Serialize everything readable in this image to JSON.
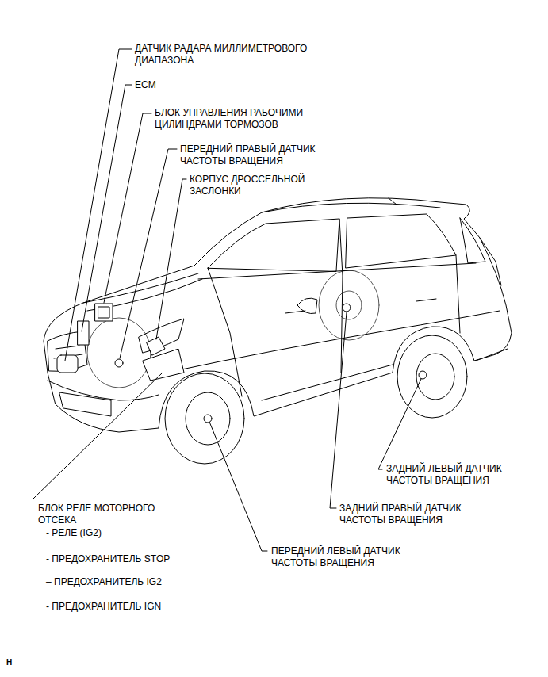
{
  "diagram": {
    "labels": [
      "ДАТЧИК РАДАРА МИЛЛИМЕТРОВОГО ДИАПАЗОНА",
      "ECM",
      "БЛОК УПРАВЛЕНИЯ РАБОЧИМИ ЦИЛИНДРАМИ ТОРМОЗОВ",
      "ПЕРЕДНИЙ ПРАВЫЙ ДАТЧИК ЧАСТОТЫ ВРАЩЕНИЯ",
      "КОРПУС ДРОССЕЛЬНОЙ ЗАСЛОНКИ",
      "ЗАДНИЙ ЛЕВЫЙ ДАТЧИК ЧАСТОТЫ ВРАЩЕНИЯ",
      "ЗАДНИЙ ПРАВЫЙ ДАТЧИК ЧАСТОТЫ ВРАЩЕНИЯ",
      "ПЕРЕДНИЙ ЛЕВЫЙ ДАТЧИК ЧАСТОТЫ ВРАЩЕНИЯ",
      "БЛОК РЕЛЕ МОТОРНОГО ОТСЕКА",
      "- РЕЛЕ (IG2)",
      "- ПРЕДОХРАНИТЕЛЬ STOP",
      "– ПРЕДОХРАНИТЕЛЬ IG2",
      "- ПРЕДОХРАНИТЕЛЬ IGN",
      "H"
    ]
  }
}
